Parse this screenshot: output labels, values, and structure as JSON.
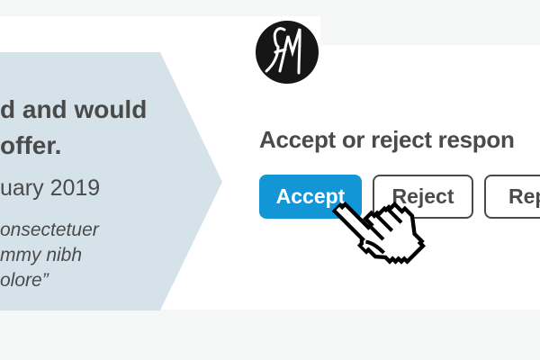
{
  "brand": {
    "logo_initials": "GM",
    "logo_bg_color": "#161616",
    "logo_text_color": "#ffffff"
  },
  "testimonial": {
    "headline_line1": "d and would",
    "headline_line2": "offer.",
    "date": "uary 2019",
    "quote_lines": [
      "onsectetuer",
      "mmy nibh",
      "olore”"
    ],
    "arrow_fill": "#d5e2e9",
    "text_color": "#4a4a4a"
  },
  "response_panel": {
    "heading": "Accept or reject respon",
    "accept_label": "Accept",
    "reject_label": "Reject",
    "reply_label": "Rep",
    "accent_blue": "#1296d6",
    "button_border_color": "#4a4a4a"
  },
  "page": {
    "band_gray": "#f5f6f6",
    "card_white": "#ffffff",
    "cursor_icon": "hand-pointer-icon"
  }
}
